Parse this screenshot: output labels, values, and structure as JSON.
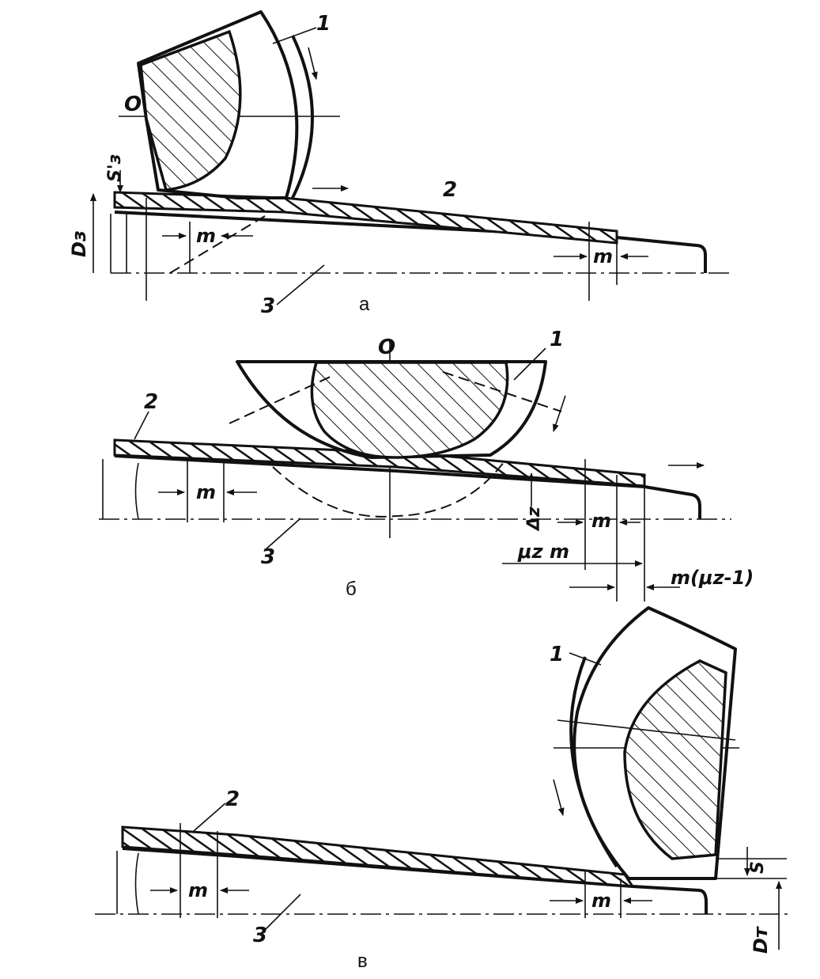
{
  "figures": [
    {
      "caption": "а",
      "labels": {
        "roller": "1",
        "tube": "2",
        "mandrel": "3",
        "center": "O",
        "pitch_left": "m",
        "pitch_right": "m",
        "thickness": "S'з",
        "diameter": "Dз"
      }
    },
    {
      "caption": "б",
      "labels": {
        "roller": "1",
        "tube": "2",
        "mandrel": "3",
        "center": "O",
        "pitch_left": "m",
        "pitch_right": "m",
        "delta": "Δz",
        "mu_m": "μz m",
        "m_mu": "m(μz-1)"
      }
    },
    {
      "caption": "в",
      "labels": {
        "roller": "1",
        "tube": "2",
        "mandrel": "3",
        "pitch_left": "m",
        "pitch_right": "m",
        "thickness": "S",
        "diameter": "Dт"
      }
    }
  ],
  "colors": {
    "ink": "#111111",
    "paper": "#ffffff"
  }
}
